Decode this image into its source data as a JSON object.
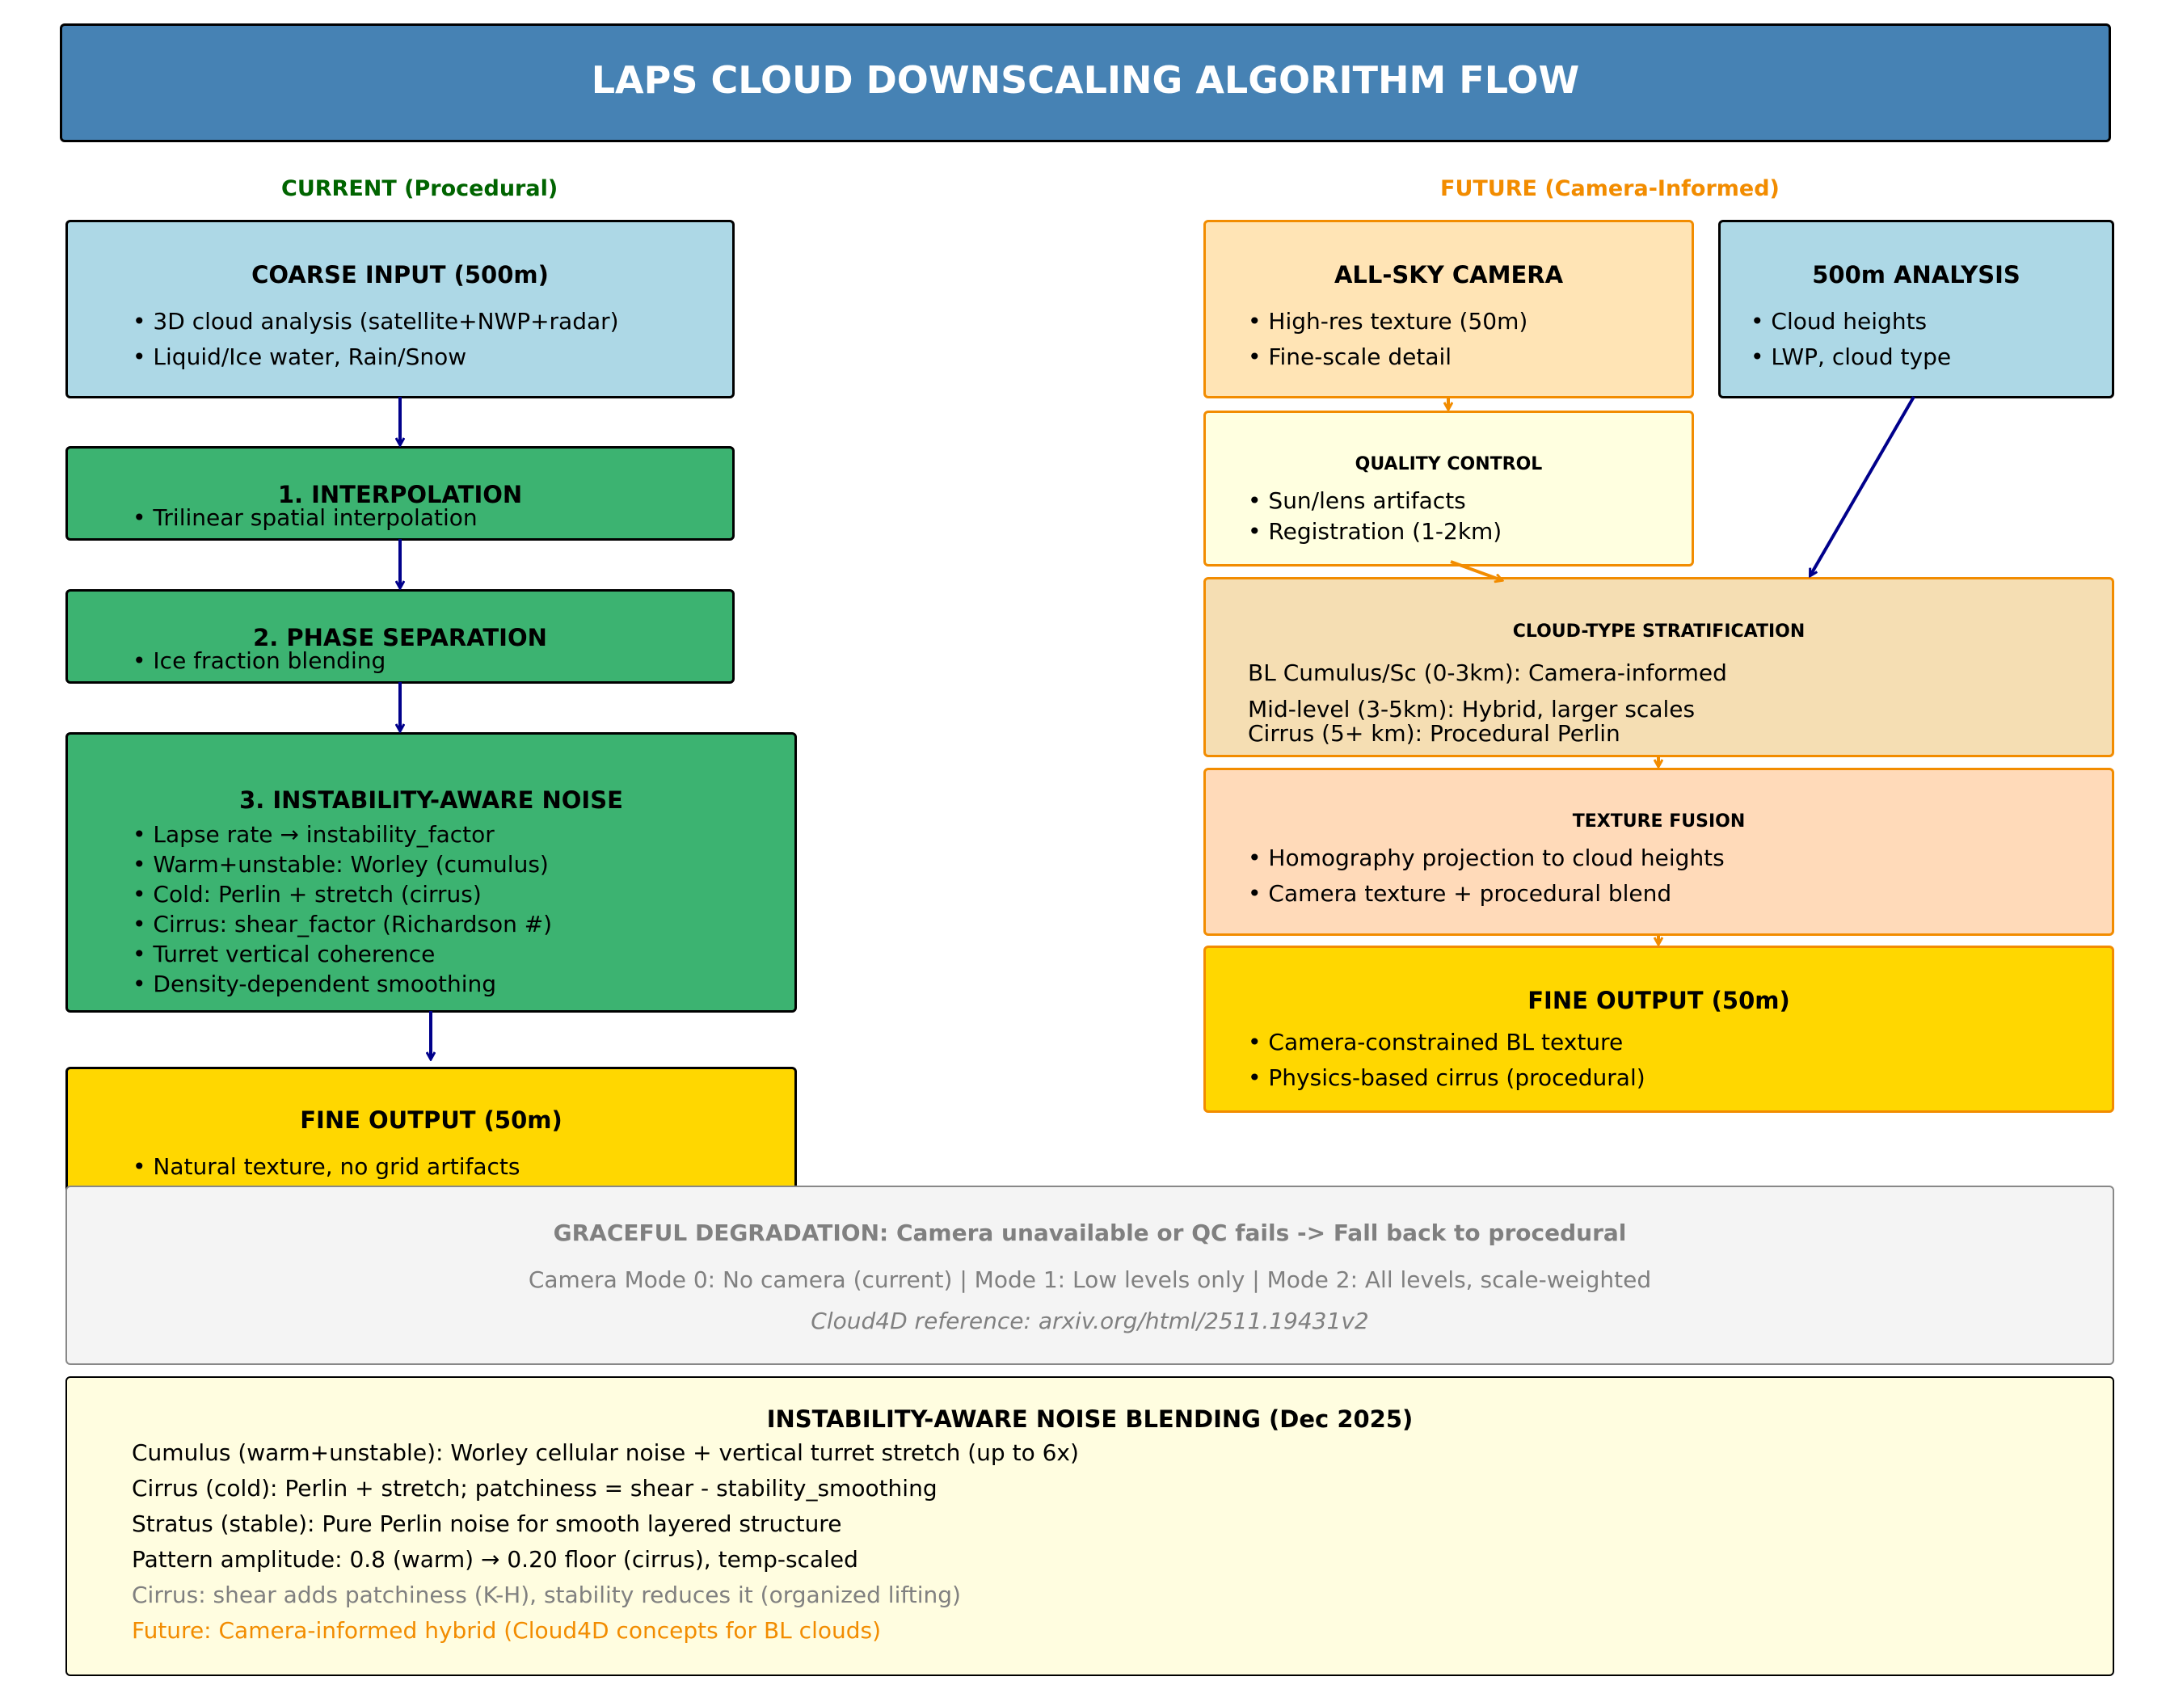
{
  "header": {
    "title": "LAPS CLOUD DOWNSCALING ALGORITHM FLOW"
  },
  "current": {
    "heading": "CURRENT (Procedural)",
    "coarse": {
      "title": "COARSE INPUT (500m)",
      "lines": [
        "• 3D cloud analysis (satellite+NWP+radar)",
        "• Liquid/Ice water, Rain/Snow"
      ]
    },
    "interp": {
      "title": "1. INTERPOLATION",
      "lines": [
        "• Trilinear spatial interpolation"
      ]
    },
    "phase": {
      "title": "2. PHASE SEPARATION",
      "lines": [
        "• Ice fraction blending"
      ]
    },
    "noise": {
      "title": "3. INSTABILITY-AWARE NOISE",
      "lines": [
        "• Lapse rate → instability_factor",
        "• Warm+unstable: Worley (cumulus)",
        "• Cold: Perlin + stretch (cirrus)",
        "• Cirrus: shear_factor (Richardson #)",
        "• Turret vertical coherence",
        "• Density-dependent smoothing"
      ]
    },
    "fine": {
      "title": "FINE OUTPUT (50m)",
      "lines": [
        "• Natural texture, no grid artifacts"
      ]
    }
  },
  "future": {
    "heading": "FUTURE (Camera-Informed)",
    "camera": {
      "title": "ALL-SKY CAMERA",
      "lines": [
        "• High-res texture (50m)",
        "• Fine-scale detail"
      ]
    },
    "analysis": {
      "title": "500m ANALYSIS",
      "lines": [
        "• Cloud heights",
        "• LWP, cloud type"
      ]
    },
    "qc": {
      "title": "QUALITY CONTROL",
      "lines": [
        "• Sun/lens artifacts",
        "• Registration (1-2km)"
      ]
    },
    "strat": {
      "title": "CLOUD-TYPE STRATIFICATION",
      "lines": [
        "BL Cumulus/Sc (0-3km): Camera-informed",
        "Mid-level (3-5km): Hybrid, larger scales",
        "Cirrus (5+ km): Procedural Perlin"
      ]
    },
    "fusion": {
      "title": "TEXTURE FUSION",
      "lines": [
        "• Homography projection to cloud heights",
        "• Camera texture + procedural blend"
      ]
    },
    "fine": {
      "title": "FINE OUTPUT (50m)",
      "lines": [
        "• Camera-constrained BL texture",
        "• Physics-based cirrus (procedural)"
      ]
    }
  },
  "degradation": {
    "title": "GRACEFUL DEGRADATION: Camera unavailable or QC fails -> Fall back to procedural",
    "modes": "Camera Mode 0: No camera (current)  |  Mode 1: Low levels only  |  Mode 2: All levels, scale-weighted",
    "reference": "Cloud4D reference: arxiv.org/html/2511.19431v2"
  },
  "blending": {
    "title": "INSTABILITY-AWARE NOISE BLENDING (Dec 2025)",
    "lines": [
      "Cumulus (warm+unstable): Worley cellular noise + vertical turret stretch (up to 6x)",
      "Cirrus (cold): Perlin + stretch; patchiness = shear - stability_smoothing",
      "Stratus (stable): Pure Perlin noise for smooth layered structure",
      "Pattern amplitude: 0.8 (warm) → 0.20 floor (cirrus), temp-scaled"
    ],
    "note_gray": "Cirrus: shear adds patchiness (K-H), stability reduces it (organized lifting)",
    "note_orange": "Future: Camera-informed hybrid (Cloud4D concepts for BL clouds)"
  },
  "colors": {
    "header": "#4682b4",
    "coarse": "#add8e6",
    "step": "#3cb371",
    "fine": "#ffd700",
    "camera": "#ffe4b5",
    "qc": "#ffffe0",
    "strat": "#f5deb3",
    "fusion": "#ffdab9",
    "degradation": "#f4f4f4",
    "blending": "#fffde0",
    "current_heading": "#006400",
    "future_heading": "#f28c00",
    "arrow_blue": "#00008b",
    "arrow_orange": "#f28c00"
  }
}
